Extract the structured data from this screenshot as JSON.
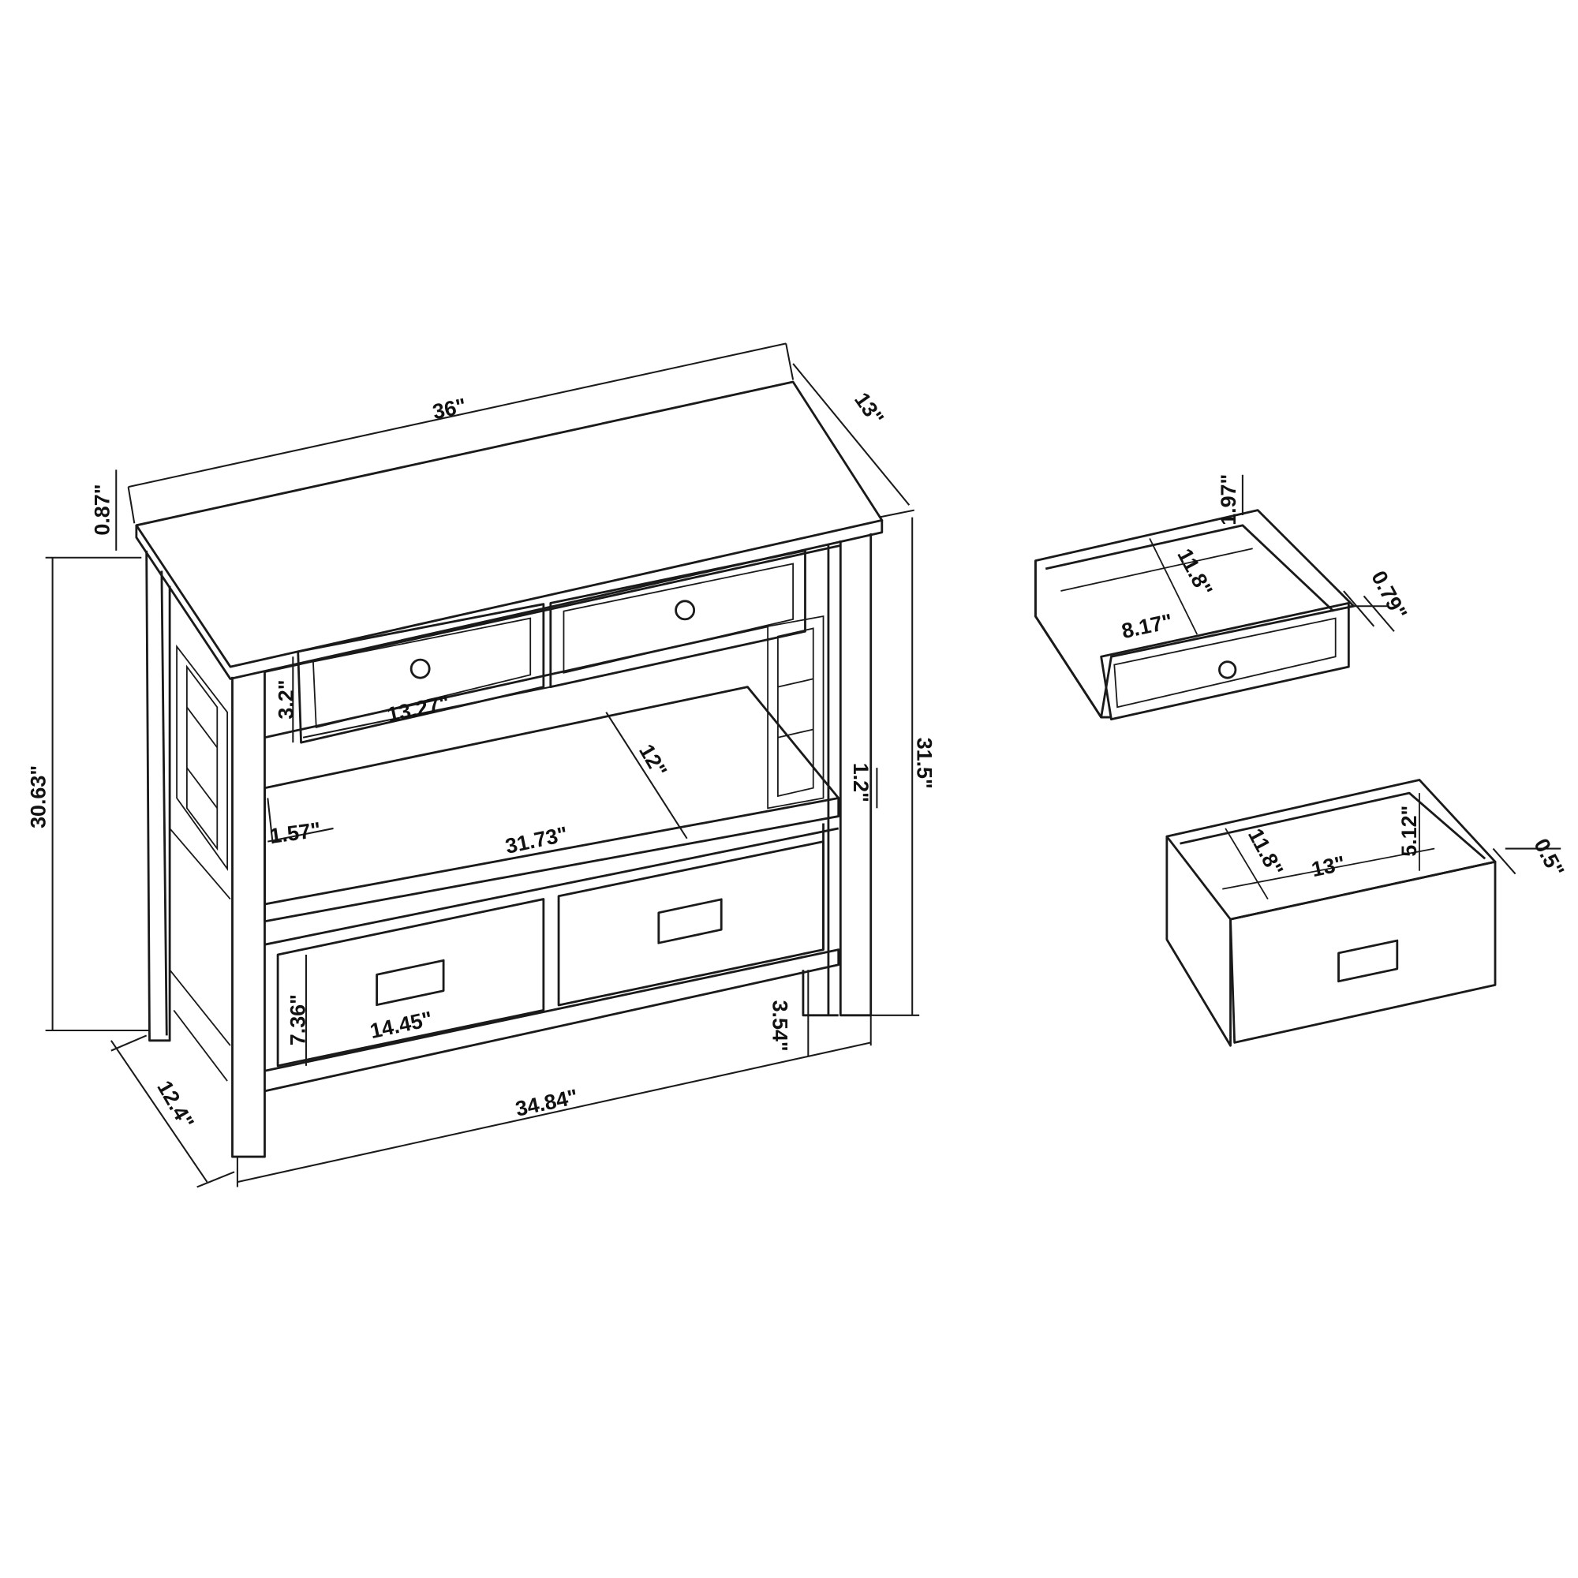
{
  "console": {
    "width": "36\"",
    "depth": "13\"",
    "top_thickness": "0.87\"",
    "side_height": "30.63\"",
    "total_height": "31.5\"",
    "small_drawer_height": "3.2\"",
    "small_drawer_width": "13.27\"",
    "shelf_depth": "12\"",
    "shelf_thickness": "1.2\"",
    "leg_width": "1.57\"",
    "shelf_width": "31.73\"",
    "large_drawer_height": "7.36\"",
    "large_drawer_width": "14.45\"",
    "bottom_clearance": "3.54\"",
    "base_width": "34.84\"",
    "base_depth": "12.4\""
  },
  "small_drawer": {
    "interior_height": "1.97\"",
    "interior_depth": "11.8\"",
    "interior_width": "8.17\"",
    "front_thickness": "0.79\""
  },
  "large_drawer": {
    "interior_depth": "11.8\"",
    "interior_width": "13\"",
    "interior_height": "5.12\"",
    "front_thickness": "0.5\""
  },
  "colors": {
    "line": "#1a1a1a",
    "background": "#ffffff"
  }
}
